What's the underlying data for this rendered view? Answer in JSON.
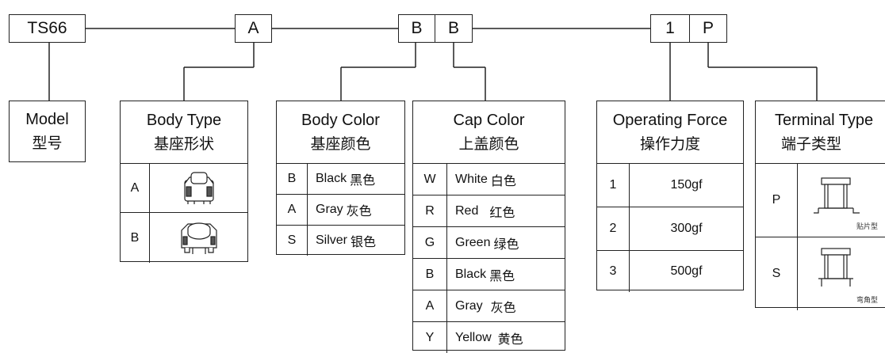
{
  "codes": {
    "model": "TS66",
    "body_type": "A",
    "body_color": "B",
    "cap_color": "B",
    "force": "1",
    "terminal": "P"
  },
  "model_box": {
    "title_en": "Model",
    "title_zh": "型号"
  },
  "body_type_box": {
    "title_en": "Body Type",
    "title_zh": "基座形状",
    "rows": [
      {
        "key": "A",
        "icon": "square-switch-icon"
      },
      {
        "key": "B",
        "icon": "round-cap-switch-icon"
      }
    ]
  },
  "body_color_box": {
    "title_en": "Body Color",
    "title_zh": "基座颜色",
    "rows": [
      {
        "key": "B",
        "en": "Black",
        "zh": "黑色"
      },
      {
        "key": "A",
        "en": "Gray",
        "zh": "灰色"
      },
      {
        "key": "S",
        "en": "Silver",
        "zh": "银色"
      }
    ]
  },
  "cap_color_box": {
    "title_en": "Cap Color",
    "title_zh": "上盖颜色",
    "rows": [
      {
        "key": "W",
        "en": "White",
        "zh": "白色"
      },
      {
        "key": "R",
        "en": "Red",
        "zh": "红色"
      },
      {
        "key": "G",
        "en": "Green",
        "zh": "绿色"
      },
      {
        "key": "B",
        "en": "Black",
        "zh": "黑色"
      },
      {
        "key": "A",
        "en": "Gray",
        "zh": "灰色"
      },
      {
        "key": "Y",
        "en": "Yellow",
        "zh": "黄色"
      }
    ]
  },
  "force_box": {
    "title_en": "Operating Force",
    "title_zh": "操作力度",
    "rows": [
      {
        "key": "1",
        "value": "150gf"
      },
      {
        "key": "2",
        "value": "300gf"
      },
      {
        "key": "3",
        "value": "500gf"
      }
    ]
  },
  "terminal_box": {
    "title_en": "Terminal Type",
    "title_zh": "端子类型",
    "rows": [
      {
        "key": "P",
        "note": "贴片型",
        "icon": "smd-terminal-icon"
      },
      {
        "key": "S",
        "note": "弯角型",
        "icon": "bent-terminal-icon"
      }
    ]
  }
}
